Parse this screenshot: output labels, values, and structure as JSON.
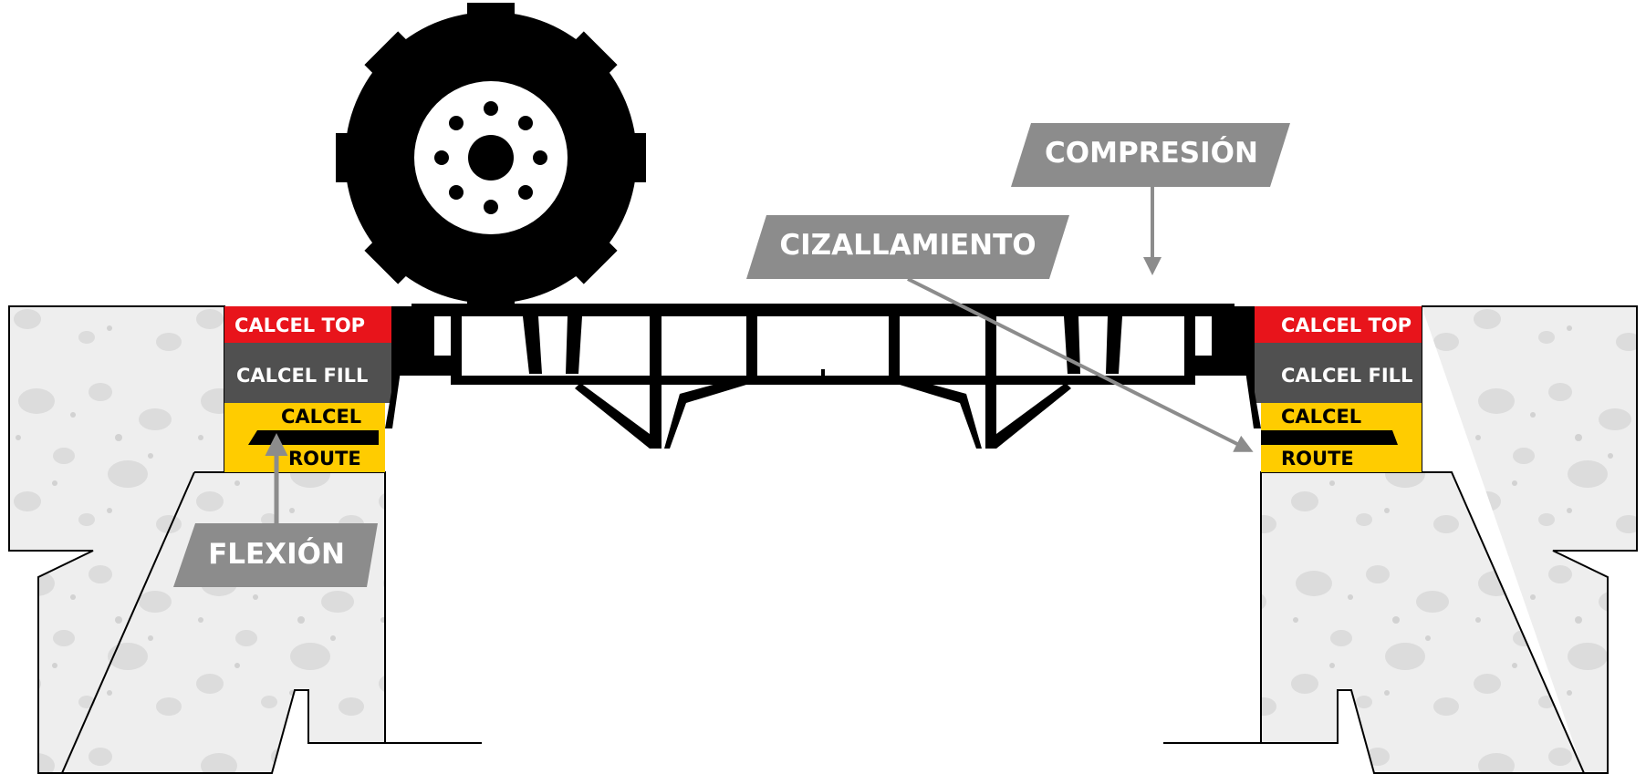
{
  "colors": {
    "concrete": "#eeeeee",
    "concrete_speckle": "#dcdcdc",
    "calcel_top": "#e8141b",
    "calcel_fill": "#505050",
    "calcel_route": "#ffcc00",
    "joint_profile": "#000000",
    "callout": "#8c8c8c"
  },
  "layers_left": {
    "top": "CALCEL TOP",
    "fill": "CALCEL FILL",
    "calcel": "CALCEL",
    "route": "ROUTE"
  },
  "layers_right": {
    "top": "CALCEL TOP",
    "fill": "CALCEL FILL",
    "calcel": "CALCEL",
    "route": "ROUTE"
  },
  "callouts": {
    "compression": "COMPRESIÓN",
    "shear": "CIZALLAMIENTO",
    "flexion": "FLEXIÓN"
  },
  "icons": {
    "wheel": "tire-wheel-icon"
  }
}
